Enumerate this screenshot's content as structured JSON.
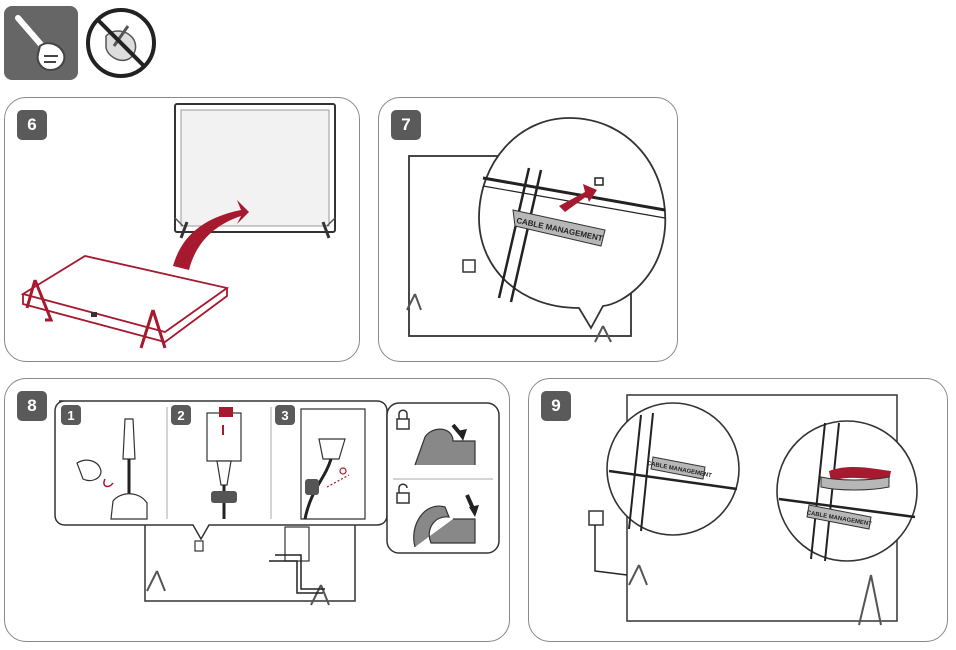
{
  "steps": {
    "s6": "6",
    "s7": "7",
    "s8": "8",
    "s9": "9"
  },
  "substeps": [
    "1",
    "2",
    "3"
  ],
  "labels": {
    "cable_management": "CABLE MANAGEMENT"
  },
  "icons": {
    "tool": "screwdriver-icon",
    "no_tool": "no-hand-icon",
    "lock": "lock-icon",
    "unlock": "unlock-icon"
  },
  "colors": {
    "accent": "#a6192e",
    "panel_border": "#8a8a8a",
    "badge": "#5a5a5a"
  }
}
